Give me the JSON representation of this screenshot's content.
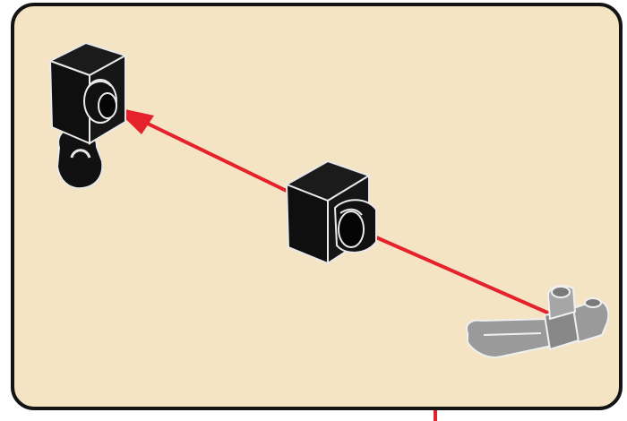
{
  "instruction_step": {
    "panel_background": "#f4e4c4",
    "panel_border": "#141414",
    "arrow_color": "#e5222b",
    "parts": [
      {
        "name": "plate-with-clip-and-handle",
        "color": "#111111"
      },
      {
        "name": "tile-with-clip",
        "color": "#111111"
      },
      {
        "name": "bar-handle",
        "color": "#9a9a9a"
      }
    ],
    "arrows": [
      {
        "from": "bar-handle",
        "to": "tile-with-clip"
      },
      {
        "from": "tile-with-clip",
        "to": "plate-with-clip-and-handle"
      }
    ],
    "next_step_indicator": true
  }
}
